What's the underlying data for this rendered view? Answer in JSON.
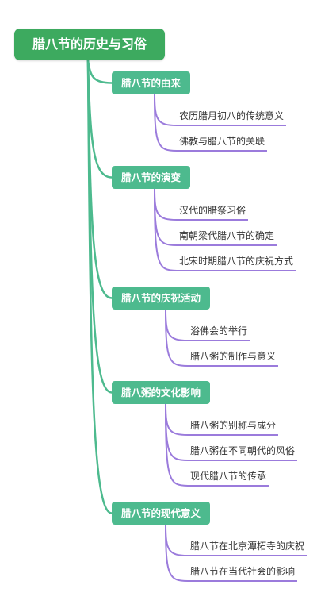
{
  "root": {
    "label": "腊八节的历史与习俗"
  },
  "colors": {
    "root": "#3daa5f",
    "branch": "#4dba8e",
    "leaf_line": "#9b7bdc"
  },
  "topics": [
    {
      "label": "腊八节的由来",
      "items": [
        "农历腊月初八的传统意义",
        "佛教与腊八节的关联"
      ]
    },
    {
      "label": "腊八节的演变",
      "items": [
        "汉代的腊祭习俗",
        "南朝梁代腊八节的确定",
        "北宋时期腊八节的庆祝方式"
      ]
    },
    {
      "label": "腊八节的庆祝活动",
      "items": [
        "浴佛会的举行",
        "腊八粥的制作与意义"
      ]
    },
    {
      "label": "腊八粥的文化影响",
      "items": [
        "腊八粥的别称与成分",
        "腊八粥在不同朝代的风俗",
        "现代腊八节的传承"
      ]
    },
    {
      "label": "腊八节的现代意义",
      "items": [
        "腊八节在北京潭柘寺的庆祝",
        "腊八节在当代社会的影响"
      ]
    }
  ]
}
